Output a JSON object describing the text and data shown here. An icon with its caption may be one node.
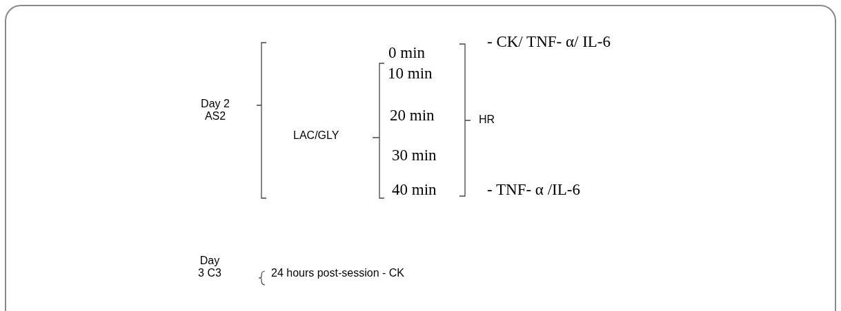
{
  "diagram": {
    "labels": [
      "0 min",
      "- CK/ TNF- α/ IL-6",
      "Day 2 AS2",
      "10 min",
      "20 min",
      "HR",
      "LAC/GLY",
      "30 min",
      "40 min",
      "- TNF- α /IL-6",
      "Day 3 C3",
      "24 hours post-session - CK"
    ]
  }
}
